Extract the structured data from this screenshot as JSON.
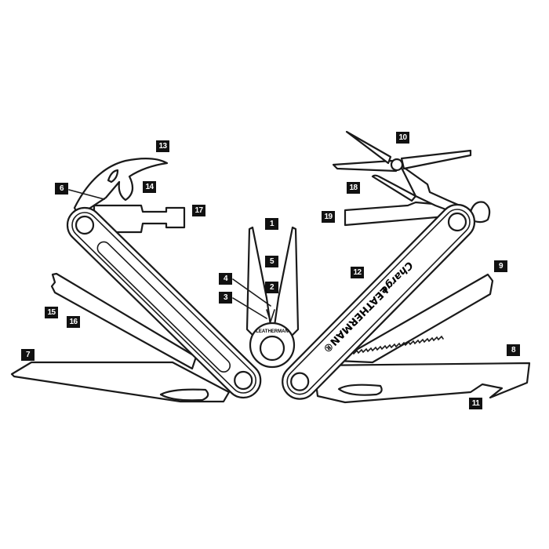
{
  "diagram": {
    "subject": "multitool",
    "handle_text": {
      "brand": "LEATHERMAN®",
      "model": "Charge",
      "ring_text": "LEATHERMAN"
    },
    "callouts": [
      "1",
      "2",
      "3",
      "4",
      "5",
      "6",
      "7",
      "8",
      "9",
      "10",
      "11",
      "12",
      "13",
      "14",
      "15",
      "16",
      "17",
      "18",
      "19"
    ],
    "line_color": "#1a1a1a",
    "callout_color": "#111111"
  }
}
